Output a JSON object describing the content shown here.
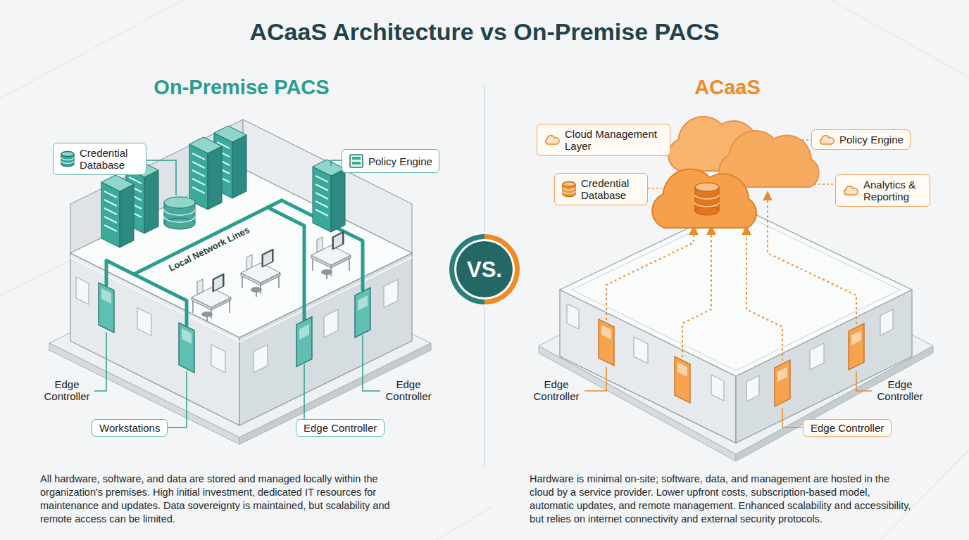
{
  "diagram": {
    "title": "ACaaS Architecture vs On-Premise PACS",
    "nodes": [
      {
        "text": [
          "Credential Database"
        ]
      },
      {
        "text": [
          "Policy Engine"
        ]
      },
      {
        "text": [
          "Workstations"
        ]
      },
      {
        "text": [
          "Edge Controller"
        ]
      },
      {
        "text": [
          "VS."
        ]
      },
      {
        "text": [
          "Cloud Management Layer"
        ]
      },
      {
        "text": [
          "Policy Engine"
        ]
      },
      {
        "text": [
          "Credential Database"
        ]
      },
      {
        "text": [
          "Analytics & Reporting"
        ]
      },
      {
        "text": [
          "Edge Controller"
        ]
      }
    ],
    "labels": [
      "On-Premise PACS",
      "ACaaS",
      "Edge Controller",
      "Edge Controller",
      "Local Network Lines",
      "Edge Controller",
      "Edge Controller",
      "All hardware, software, and data are stored and managed locally within the organization's premises. High initial investment, dedicated IT resources for maintenance and updates. Data sovereignty is maintained, but scalability and remote access can be limited.",
      "Hardware is minimal on-site; software, data, and management are hosted in the cloud by a service provider. Lower upfront costs, subscription-based model, automatic updates, and remote management. Enhanced scalability and accessibility, but relies on internet connectivity and external security protocols."
    ]
  }
}
